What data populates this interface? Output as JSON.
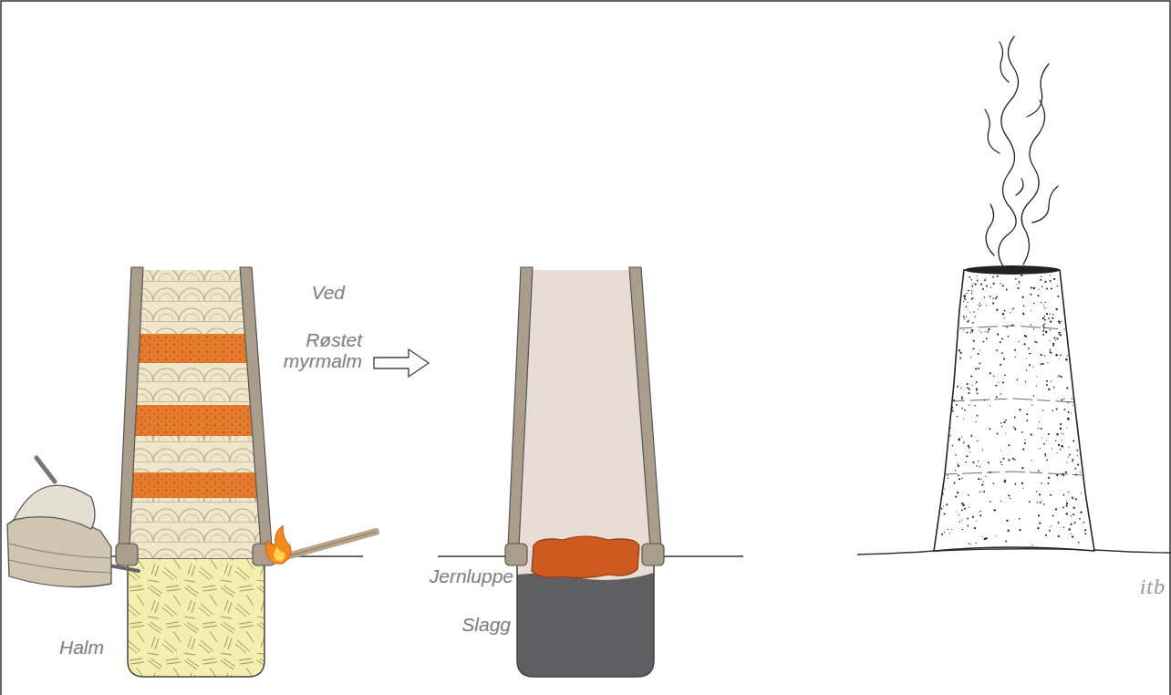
{
  "diagram": {
    "labels": [
      "Ved",
      "Røstet myrmalm",
      "Halm",
      "Jernluppe",
      "Slagg",
      "itb"
    ]
  }
}
